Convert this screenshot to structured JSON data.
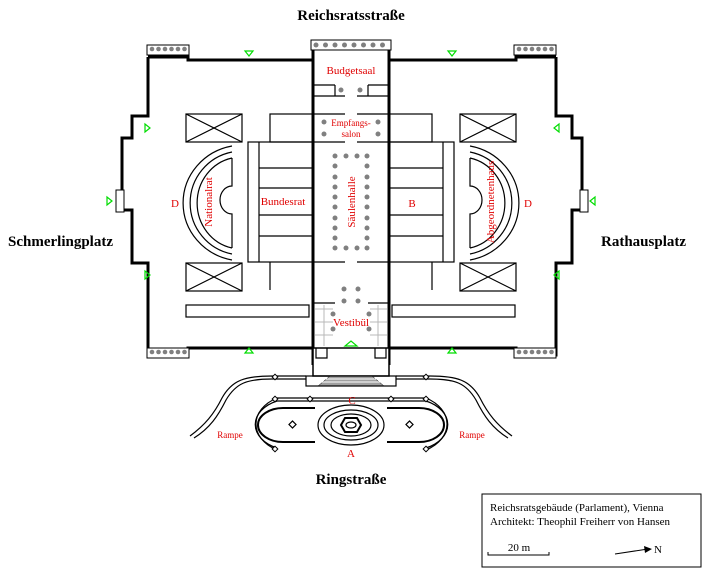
{
  "streets": {
    "north": "Reichsratsstraße",
    "west": "Schmerlingplatz",
    "east": "Rathausplatz",
    "south": "Ringstraße"
  },
  "rooms": {
    "budget_hall": "Budgetsaal",
    "reception_1": "Empfangs-",
    "reception_2": "salon",
    "column_hall": "Säulenhalle",
    "national_council": "Nationalrat",
    "federal_council": "Bundesrat",
    "house_of_deputies": "Abgeordnetenhaus",
    "vestibule": "Vestibül",
    "label_b": "B",
    "label_d_west": "D",
    "label_d_east": "D",
    "label_c": "C",
    "label_a": "A",
    "ramp_west": "Rampe",
    "ramp_east": "Rampe"
  },
  "legend": {
    "title": "Reichsratsgebäude (Parlament), Vienna",
    "architect": "Architekt: Theophil Freiherr von Hansen",
    "scale": "20 m",
    "north": "N"
  },
  "colors": {
    "labels": "#e00000",
    "entrances": "#00dd00",
    "columns": "#808080"
  }
}
